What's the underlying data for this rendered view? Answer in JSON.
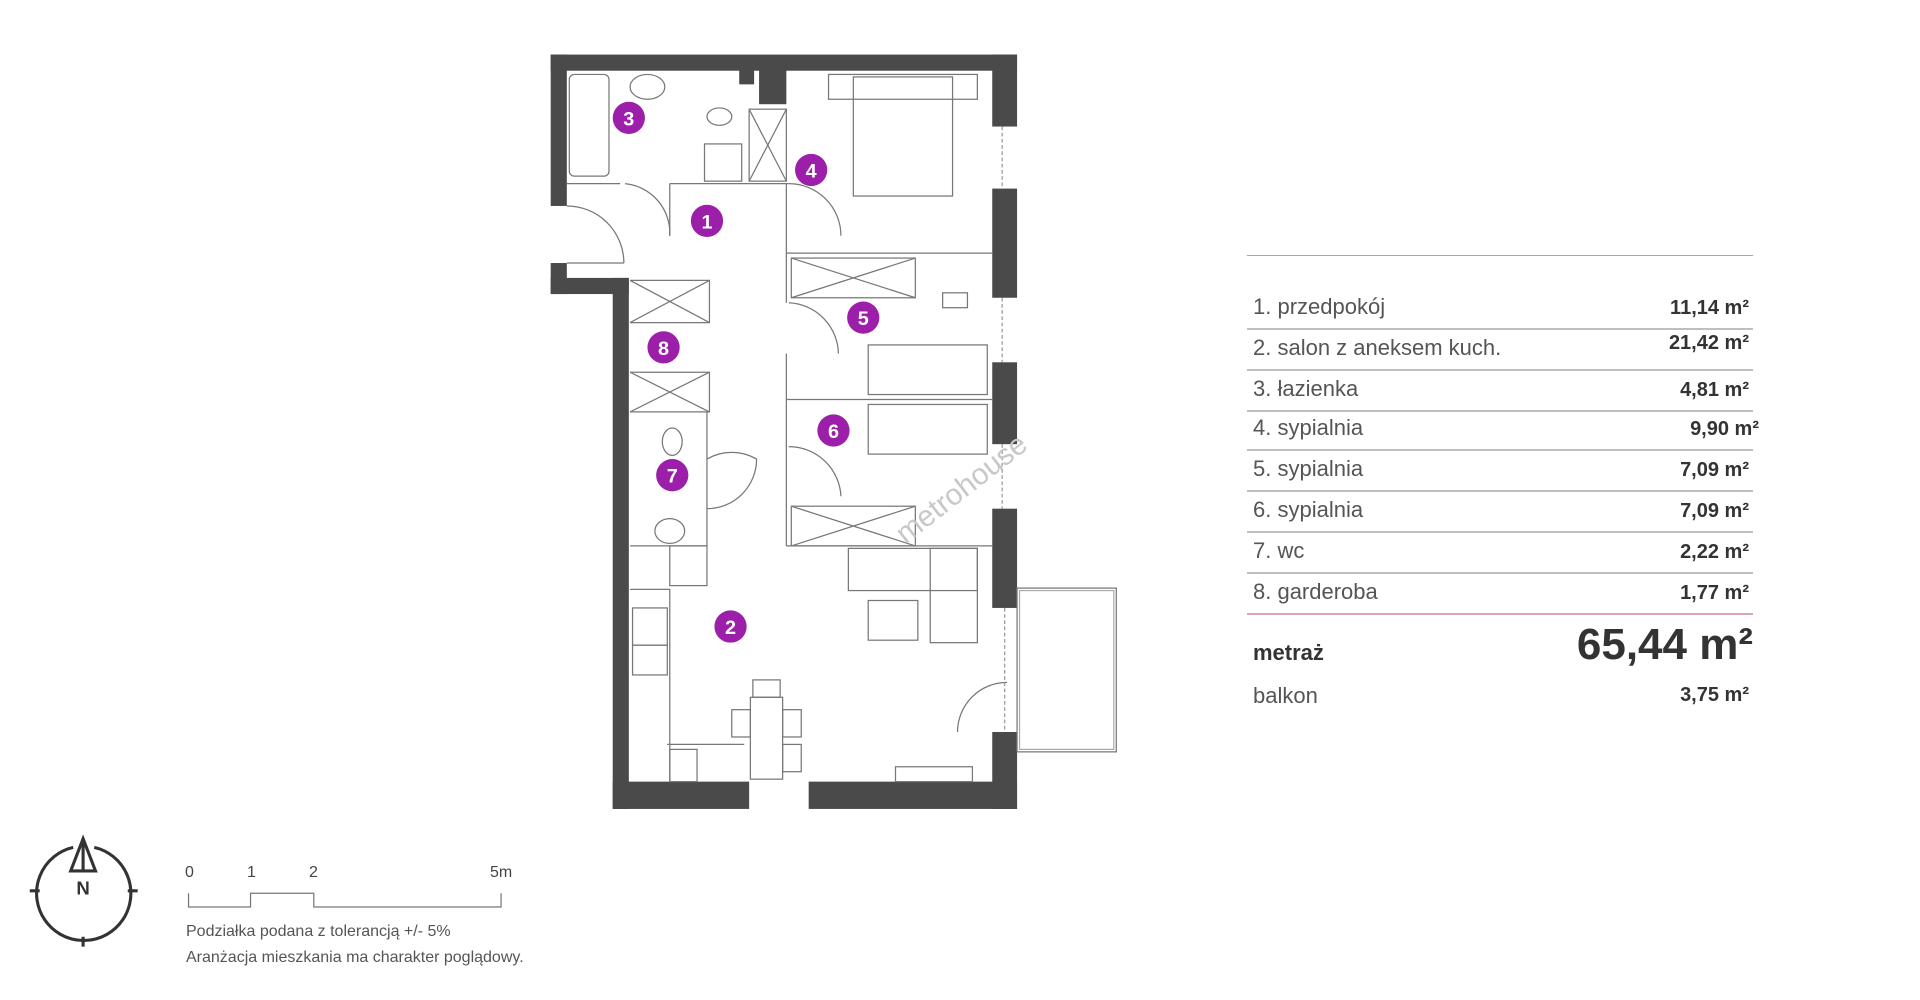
{
  "rooms": [
    {
      "num": "1",
      "label": "1. przedpokój",
      "area": "11,14 m²"
    },
    {
      "num": "2",
      "label": "2. salon z aneksem kuch.",
      "area": "21,42 m²"
    },
    {
      "num": "3",
      "label": "3. łazienka",
      "area": "4,81 m²"
    },
    {
      "num": "4",
      "label": "4. sypialnia",
      "area": "9,90 m²"
    },
    {
      "num": "5",
      "label": "5. sypialnia",
      "area": "7,09 m²"
    },
    {
      "num": "6",
      "label": "6. sypialnia",
      "area": "7,09 m²"
    },
    {
      "num": "7",
      "label": "7. wc",
      "area": "2,22 m²"
    },
    {
      "num": "8",
      "label": "8. garderoba",
      "area": "1,77 m²"
    }
  ],
  "total": {
    "label": "metraż",
    "value": "65,44 m²"
  },
  "balcony": {
    "label": "balkon",
    "value": "3,75 m²"
  },
  "compass": {
    "letter": "N"
  },
  "scale": {
    "ticks": [
      "0",
      "1",
      "2",
      "5m"
    ]
  },
  "notes": [
    "Podziałka podana z tolerancją +/- 5%",
    "Aranżacja mieszkania ma charakter poglądowy."
  ],
  "watermark": "metrohouse",
  "colors": {
    "wall": "#4a4a4a",
    "marker": "#9b1fa8",
    "accent_line": "#d98fa0"
  }
}
